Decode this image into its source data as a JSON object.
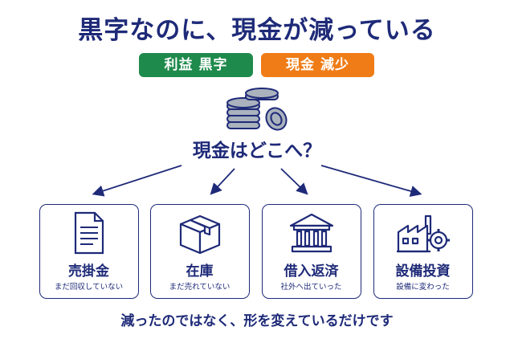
{
  "title": "黒字なのに、現金が減っている",
  "badges": {
    "profit": "利益 黒字",
    "cash": "現金 減少"
  },
  "question": "現金はどこへ？",
  "cards": [
    {
      "label": "売掛金",
      "desc": "まだ回収していない",
      "icon": "document-icon"
    },
    {
      "label": "在庫",
      "desc": "まだ売れていない",
      "icon": "box-icon"
    },
    {
      "label": "借入返済",
      "desc": "社外へ出ていった",
      "icon": "bank-icon"
    },
    {
      "label": "設備投資",
      "desc": "設備に変わった",
      "icon": "factory-icon"
    }
  ],
  "footer": "減ったのではなく、形を変えているだけです",
  "colors": {
    "navy": "#1e2a78",
    "green": "#1e8a4c",
    "orange": "#ef7c17",
    "coin_gray": "#aab2bd"
  }
}
